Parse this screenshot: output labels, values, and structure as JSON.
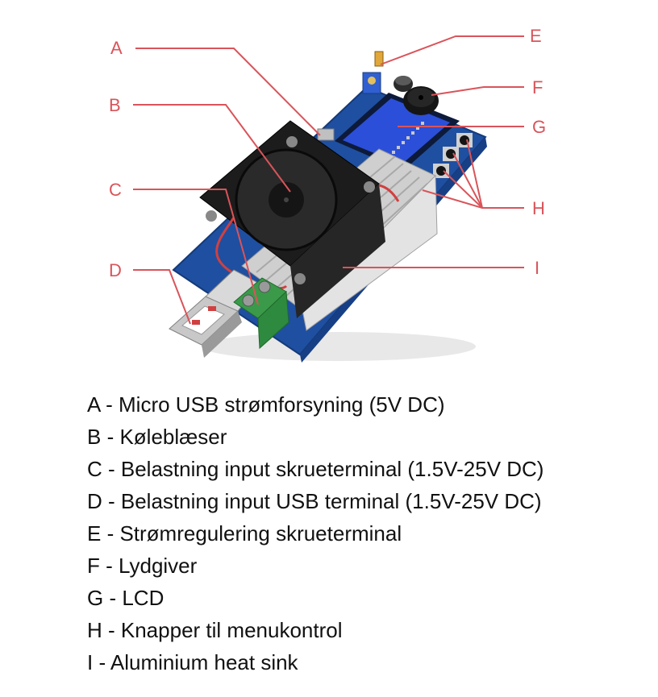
{
  "colors": {
    "callout": "#d9545a",
    "pcb": "#1f4fa0",
    "lcd": "#2b4fd8",
    "terminal": "#3a9a4a",
    "heatsink": "#d8d8d8",
    "fan": "#222222"
  },
  "callouts": [
    {
      "letter": "A"
    },
    {
      "letter": "B"
    },
    {
      "letter": "C"
    },
    {
      "letter": "D"
    },
    {
      "letter": "E"
    },
    {
      "letter": "F"
    },
    {
      "letter": "G"
    },
    {
      "letter": "H"
    },
    {
      "letter": "I"
    }
  ],
  "legend": [
    "A - Micro USB strømforsyning (5V DC)",
    "B - Køleblæser",
    "C - Belastning input skrueterminal (1.5V-25V DC)",
    "D - Belastning input USB terminal (1.5V-25V DC)",
    "E - Strømregulering skrueterminal",
    "F - Lydgiver",
    "G - LCD",
    "H - Knapper til menukontrol",
    "I - Aluminium heat sink"
  ]
}
